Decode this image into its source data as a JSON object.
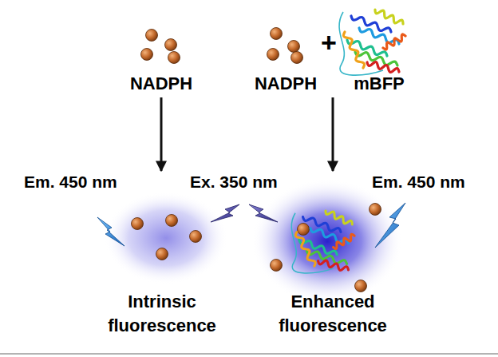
{
  "diagram": {
    "nodes": [
      {
        "text": [
          "NADPH"
        ]
      },
      {
        "text": [
          "NADPH",
          "mBFP"
        ]
      },
      {
        "text": [
          "Intrinsic fluorescence"
        ]
      },
      {
        "text": [
          "Enhanced fluorescence"
        ]
      }
    ],
    "edges": [
      {
        "from": 0,
        "to": 2,
        "arrow": "to"
      },
      {
        "from": 1,
        "to": 3,
        "arrow": "to"
      }
    ],
    "labels": [
      "+",
      "Em. 450 nm",
      "Ex. 350 nm",
      "Em. 450 nm"
    ]
  }
}
